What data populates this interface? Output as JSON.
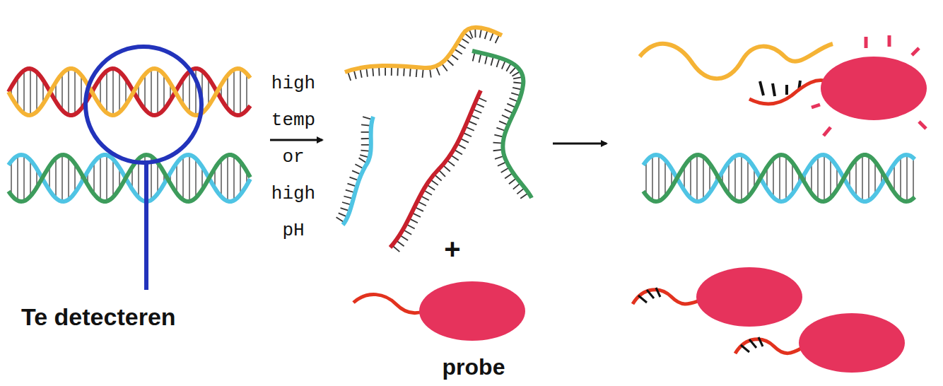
{
  "diagram": {
    "labels": [
      "Te detecteren",
      "high temp or high pH",
      "+",
      "probe"
    ]
  }
}
